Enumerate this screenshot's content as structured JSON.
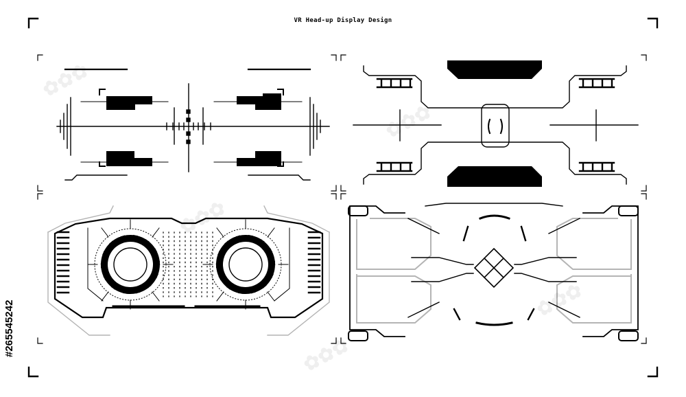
{
  "header": {
    "title": "VR Head-up Display Design"
  },
  "stock_id": "#265545242",
  "colors": {
    "ink": "#000000",
    "grey": "#b4b4b4",
    "paper": "#ffffff"
  },
  "panels": [
    {
      "name": "crosshair-panel",
      "icon": "crosshair-icon"
    },
    {
      "name": "target-lock-panel",
      "icon": "target-bracket-icon"
    },
    {
      "name": "dual-gauge-panel",
      "icon": "radial-gauge-icon"
    },
    {
      "name": "diamond-frame-panel",
      "icon": "diamond-icon"
    }
  ]
}
